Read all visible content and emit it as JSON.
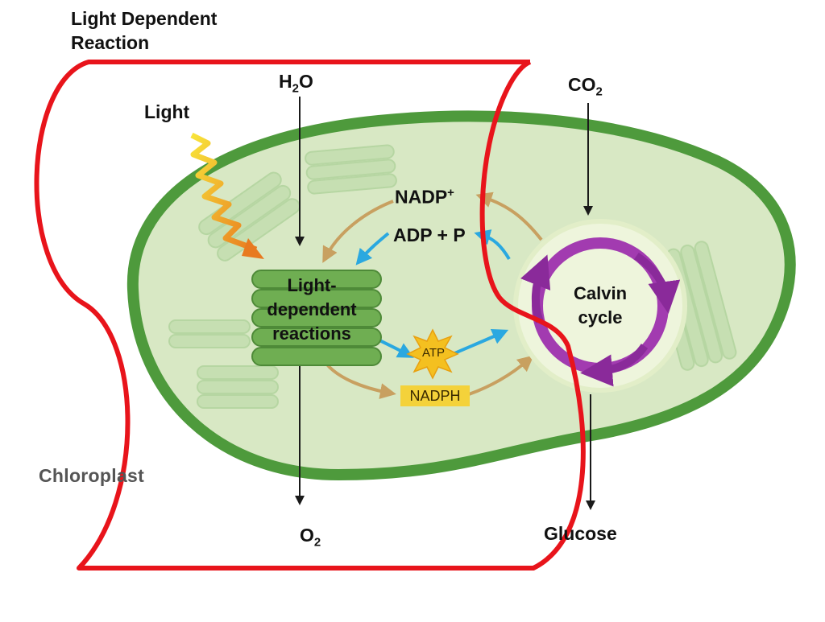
{
  "title": "Light Dependent Reaction",
  "labels": {
    "light": "Light",
    "h2o_main": "H",
    "h2o_sub": "2",
    "h2o_tail": "O",
    "co2_main": "CO",
    "co2_sub": "2",
    "nadp_main": "NADP",
    "nadp_sup": "+",
    "adp": "ADP + P",
    "ldr": "Light-dependent reactions",
    "calvin": "Calvin cycle",
    "atp": "ATP",
    "nadph": "NADPH",
    "o2_main": "O",
    "o2_sub": "2",
    "glucose": "Glucose",
    "chloroplast": "Chloroplast"
  },
  "colors": {
    "outline_red": "#e8141b",
    "chloroplast_fill": "#d8e8c4",
    "chloroplast_border": "#4e9a3c",
    "thylakoid": "#6fae52",
    "calvin_ring": "#a23bb0",
    "calvin_bg": "#eef5dc",
    "arrow_blue": "#2aa8e0",
    "arrow_tan": "#c8a060",
    "atp_star": "#f4c020",
    "nadph_box": "#f4d23a"
  }
}
